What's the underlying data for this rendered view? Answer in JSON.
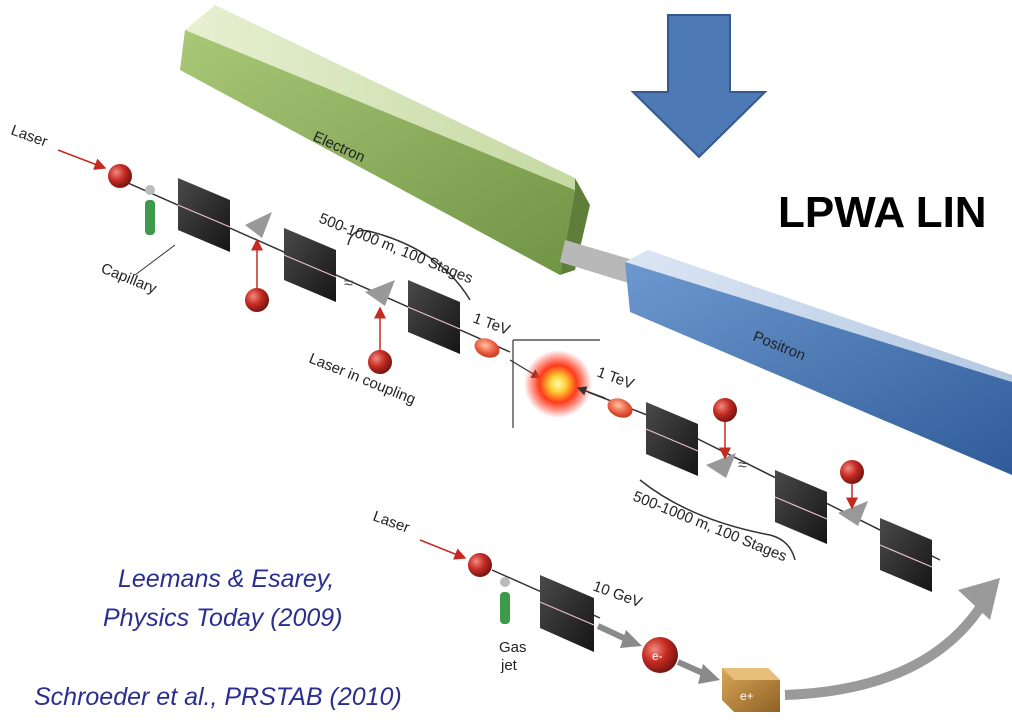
{
  "title": "LPWA LIN",
  "blocks": {
    "electron": "Electron",
    "positron": "Positron"
  },
  "labels": {
    "laser_top": "Laser",
    "capillary": "Capillary",
    "stages_top": "500-1000 m, 100 Stages",
    "tev_left": "1 TeV",
    "laser_coupling": "Laser in coupling",
    "tev_right": "1 TeV",
    "stages_bottom": "500-1000 m, 100 Stages",
    "laser_bottom": "Laser",
    "gev": "10 GeV",
    "gas_jet_1": "Gas",
    "gas_jet_2": "jet",
    "electron_symbol": "e-",
    "positron_symbol": "e+"
  },
  "citations": [
    "Leemans & Esarey,",
    "Physics Today (2009)",
    "Schroeder et al., PRSTAB (2010)"
  ],
  "colors": {
    "electron_block": "#93b35c",
    "positron_block": "#4a79b8",
    "arrow": "#4d79b4",
    "laser_dot": "#c42a22",
    "citation_text": "#2a2f8f"
  }
}
